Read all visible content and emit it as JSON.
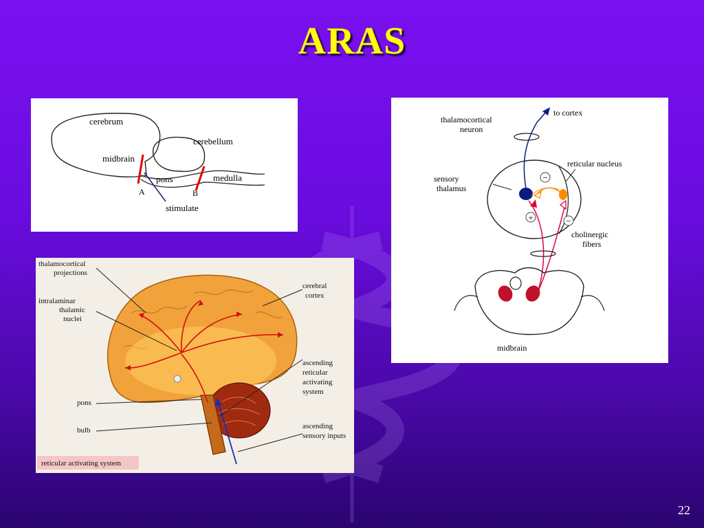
{
  "slide": {
    "title": "ARAS",
    "page_number": "22"
  },
  "diagram_brainstem": {
    "labels": {
      "cerebrum": "cerebrum",
      "cerebellum": "cerebellum",
      "midbrain": "midbrain",
      "pons": "pons",
      "medulla": "medulla",
      "cut_a": "A",
      "cut_b": "B",
      "stimulate": "stimulate"
    },
    "colors": {
      "cut": "#e00000",
      "stimulate": "#20208a"
    }
  },
  "diagram_thalamus": {
    "labels": {
      "to_cortex": "to cortex",
      "thalamocortical_1": "thalamocortical",
      "thalamocortical_2": "neuron",
      "reticular_nucleus": "reticular nucleus",
      "sensory_1": "sensory",
      "sensory_2": "thalamus",
      "cholinergic_1": "cholinergic",
      "cholinergic_2": "fibers",
      "midbrain": "midbrain",
      "minus": "−",
      "plus": "+"
    },
    "colors": {
      "neuron": "#0a1a80",
      "reticular": "#ff8a00",
      "cholinergic": "#e0003a",
      "midbrain_nuclei": "#c0102a"
    }
  },
  "diagram_brain": {
    "labels": {
      "thalamocortical_1": "thalamocortical",
      "thalamocortical_2": "projections",
      "cerebral_1": "cerebral",
      "cerebral_2": "cortex",
      "intralaminar_1": "intralaminar",
      "intralaminar_2": "thalamic",
      "intralaminar_3": "nuclei",
      "ascending_1": "ascending",
      "ascending_2": "reticular",
      "ascending_3": "activating",
      "ascending_4": "system",
      "pons": "pons",
      "bulb": "bulb",
      "sensory_1": "ascending",
      "sensory_2": "sensory inputs",
      "caption": "reticular activating system"
    },
    "colors": {
      "cortex": "#f2a23a",
      "projection": "#d01010",
      "sensory": "#1030c0",
      "caption_bg": "#f6c6c6"
    }
  }
}
